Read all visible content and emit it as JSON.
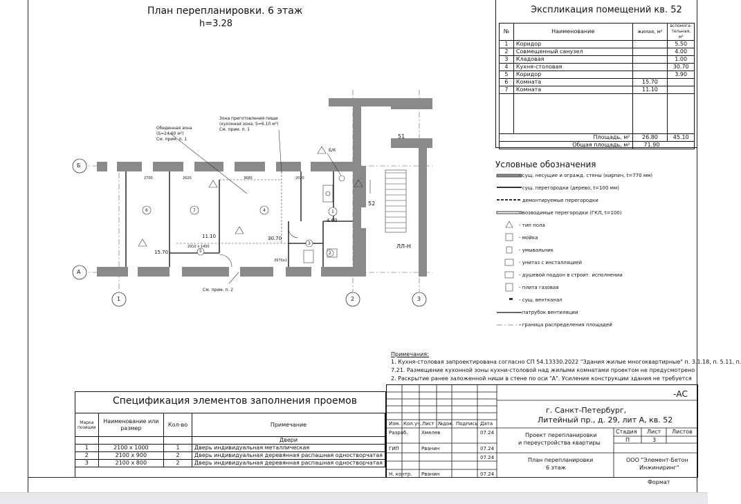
{
  "plan": {
    "title": "План перепланировки. 6 этаж",
    "height": "h=3.28",
    "axes_letters": [
      "Б",
      "А"
    ],
    "axes_numbers": [
      "1",
      "2",
      "3"
    ],
    "label_dining": "Обеденная зона",
    "label_dining_area": "(S=24.60 м²)",
    "label_dining_note": "См. прим. п. 1",
    "label_cooking": "Зона приготовления пищи",
    "label_cooking_area": "(кухонная зона, S=6.10 м²)",
    "label_cooking_note": "См. прим. п. 1",
    "label_note2": "См. прим. п. 2",
    "label_bk": "Б/К",
    "room_51": "51",
    "room_52": "52",
    "room_llh": "ЛЛ-Н",
    "room_numbers": [
      "6",
      "7",
      "4",
      "5",
      "1",
      "2",
      "3"
    ],
    "room_areas": [
      "15.70",
      "11.10",
      "30.70",
      "4.60"
    ],
    "dims_top": [
      "2700",
      "2620",
      "3680",
      "2020"
    ],
    "dims_bottom": [
      "2910 x 1400",
      "3970x1"
    ]
  },
  "explication": {
    "title": "Экспликация помещений кв. 52",
    "headers": [
      "№",
      "Наименование",
      "жилая, м²",
      "вспомога-тельная, м²"
    ],
    "rows": [
      {
        "n": "1",
        "name": "Коридор",
        "living": "",
        "aux": "5.50"
      },
      {
        "n": "2",
        "name": "Совмещенный санузел",
        "living": "",
        "aux": "4.00"
      },
      {
        "n": "3",
        "name": "Кладовая",
        "living": "",
        "aux": "1.00"
      },
      {
        "n": "4",
        "name": "Кухня-столовая",
        "living": "",
        "aux": "30.70"
      },
      {
        "n": "5",
        "name": "Коридор",
        "living": "",
        "aux": "3.90"
      },
      {
        "n": "6",
        "name": "Комната",
        "living": "15.70",
        "aux": ""
      },
      {
        "n": "7",
        "name": "Комната",
        "living": "11.10",
        "aux": ""
      }
    ],
    "area_label": "Площадь, м²",
    "area_living": "26.80",
    "area_aux": "45.10",
    "total_label": "Общая площадь, м²",
    "total_value": "71.90"
  },
  "legend": {
    "title": "Условные обозначения",
    "items": [
      "- сущ. несущие и огражд. стены (кирпич, t=770 мм)",
      "- сущ. перегородки (дерево, t=100 мм)",
      "- демонтируемые перегородки",
      "- возводимые перегородки (ГКЛ, t=100)",
      "- тип пола",
      "- мойка",
      "- умывальник",
      "- унитаз с инсталляцией",
      "- душевой поддон в строит. исполнении",
      "- плита газовая",
      "- сущ. вентканал",
      "- патрубок вентиляции",
      "- граница распределения площадей"
    ]
  },
  "notes": {
    "title": "Примечания:",
    "lines": [
      "1. Кухня-столовая запроектирована согласно СП 54.13330.2022 \"Здания жилые многоквартирные\" п. 3.1.18, п. 5.11, п.",
      "7.21. Размещение кухонной зоны кухни-столовой над жилыми комнатами проектом не предусмотрено",
      "2. Раскрытие ранее заложенной ниши в стене по оси \"А\". Усиление конструкции здания не требуется"
    ]
  },
  "spec": {
    "title": "Спецификация элементов заполнения проемов",
    "headers": [
      "Марка позиции",
      "Наименование или размер",
      "Кол-во",
      "Примечание"
    ],
    "group": "Двери",
    "rows": [
      {
        "mark": "1",
        "name": "2100 x 1000",
        "qty": "1",
        "note": "Дверь индивидуальная металлическая"
      },
      {
        "mark": "2",
        "name": "2100 x 900",
        "qty": "2",
        "note": "Дверь индивидуальная деревянная распашная одностворчатая"
      },
      {
        "mark": "3",
        "name": "2100 x 800",
        "qty": "2",
        "note": "Дверь индивидуальная деревянная распашная одностворчатая"
      }
    ]
  },
  "stamp": {
    "code": "-АС",
    "address_line1": "г. Санкт-Петербург,",
    "address_line2": "Литейный пр., д. 29, лит А, кв. 52",
    "col_headers": [
      "Изм.",
      "Кол.уч.",
      "Лист",
      "№док.",
      "Подпись",
      "Дата"
    ],
    "roles": [
      {
        "role": "Разраб.",
        "name": "Хмелев",
        "date": "07.24"
      },
      {
        "role": "ГИП",
        "name": "Рванин",
        "date": "07.24"
      },
      {
        "role": "",
        "name": "",
        "date": "07.24"
      },
      {
        "role": "Н. контр.",
        "name": "Рванин",
        "date": "07.24"
      }
    ],
    "project_line1": "Проект перепланировки",
    "project_line2": "и переустройства квартиры",
    "stage_headers": [
      "Стадия",
      "Лист",
      "Листов"
    ],
    "stage_values": [
      "П",
      "3",
      ""
    ],
    "sheet_title_line1": "План перепланировки",
    "sheet_title_line2": "6 этаж",
    "org_line1": "ООО \"Элемент-Бетон",
    "org_line2": "Инжиниринг\"",
    "format_label": "Формат"
  },
  "colors": {
    "wall": "#8a8a8a",
    "ink": "#111111",
    "bar": "#e9e9ec"
  }
}
